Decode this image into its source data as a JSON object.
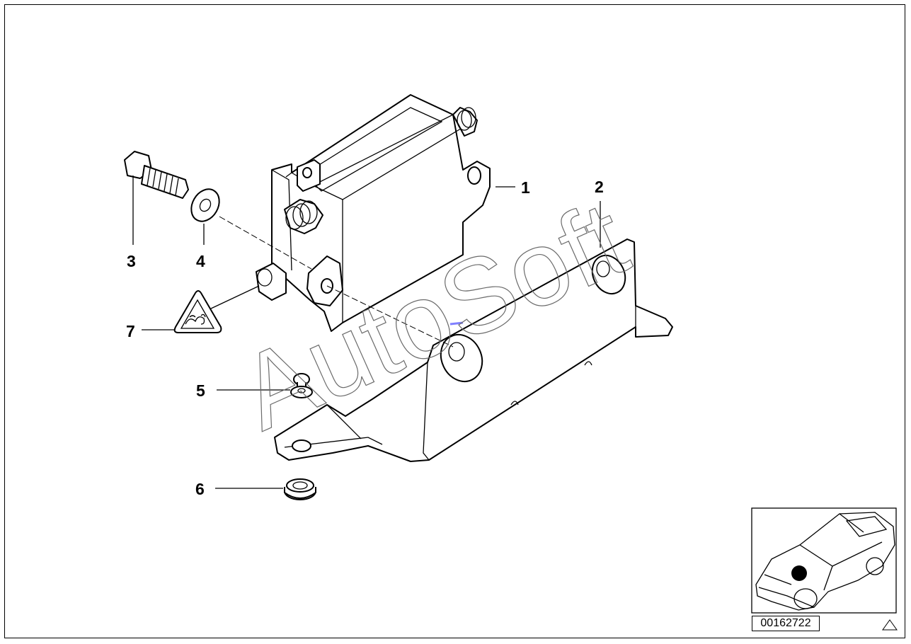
{
  "callouts": [
    {
      "id": "1",
      "label": "1"
    },
    {
      "id": "2",
      "label": "2"
    },
    {
      "id": "3",
      "label": "3"
    },
    {
      "id": "4",
      "label": "4"
    },
    {
      "id": "5",
      "label": "5"
    },
    {
      "id": "6",
      "label": "6"
    },
    {
      "id": "7",
      "label": "7"
    }
  ],
  "watermark": "AutoSoft",
  "reference_number": "00162722",
  "icons": {
    "inset": "car-location-icon",
    "corner": "triangle-warning-icon",
    "label_part": "warning-label-icon"
  },
  "colors": {
    "line": "#000000",
    "background": "#ffffff",
    "watermark": "#6a6a6a",
    "mark": "#8080ff"
  }
}
